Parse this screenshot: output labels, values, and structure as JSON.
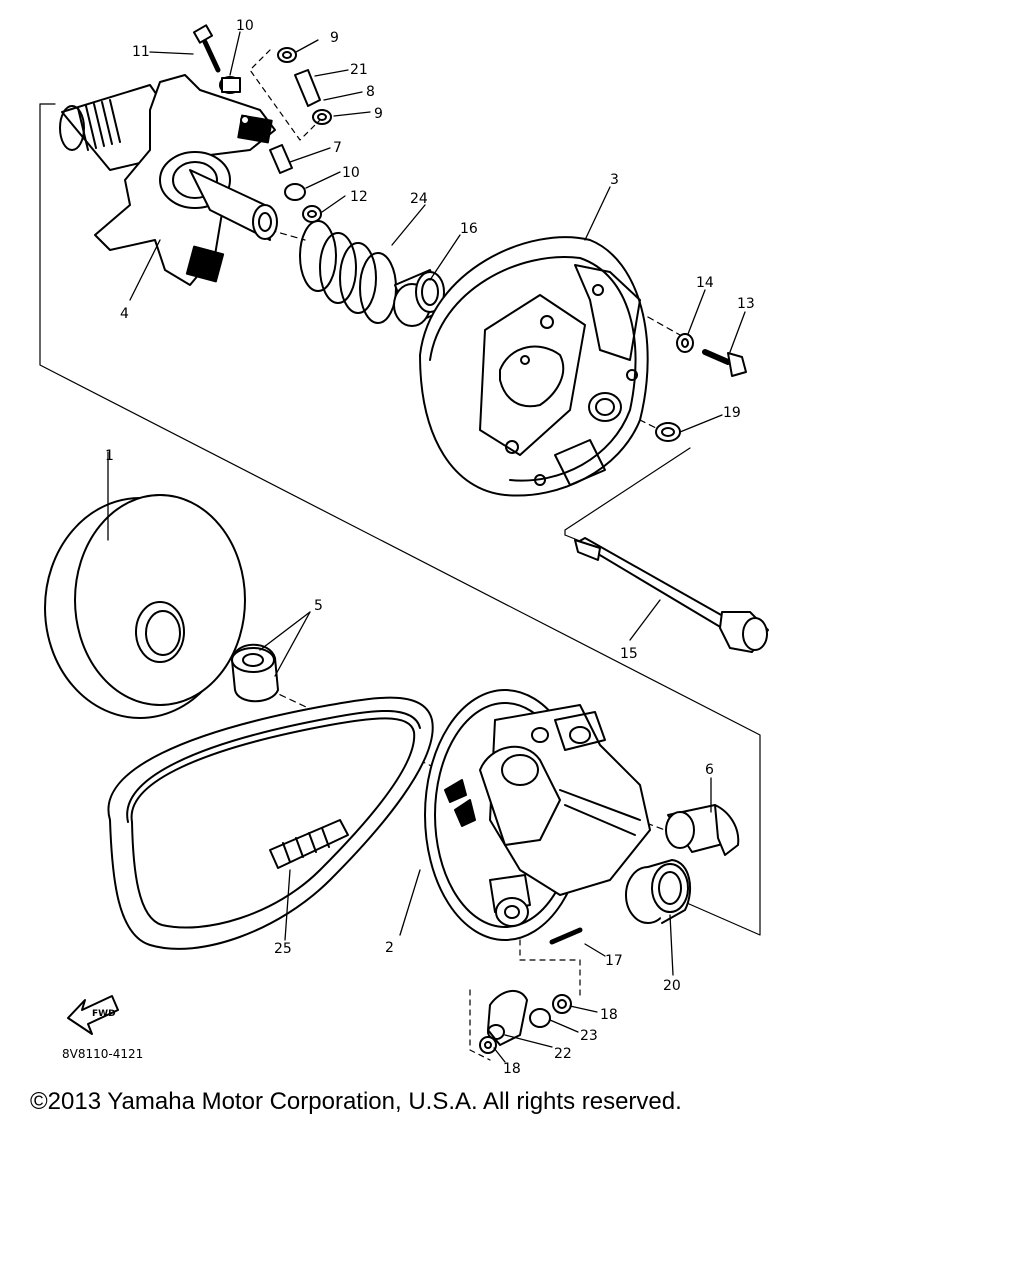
{
  "callouts": {
    "p1": "1",
    "p2": "2",
    "p3": "3",
    "p4": "4",
    "p5": "5",
    "p6": "6",
    "p7": "7",
    "p8": "8",
    "p9a": "9",
    "p9b": "9",
    "p10a": "10",
    "p10b": "10",
    "p11": "11",
    "p12": "12",
    "p13": "13",
    "p14": "14",
    "p15": "15",
    "p16": "16",
    "p17": "17",
    "p18a": "18",
    "p18b": "18",
    "p19": "19",
    "p20": "20",
    "p21": "21",
    "p22": "22",
    "p23": "23",
    "p24": "24",
    "p25": "25"
  },
  "fwd_label": "FWD",
  "diagram_code": "8V8110-4121",
  "copyright": "©2013 Yamaha Motor Corporation, U.S.A. All rights reserved."
}
